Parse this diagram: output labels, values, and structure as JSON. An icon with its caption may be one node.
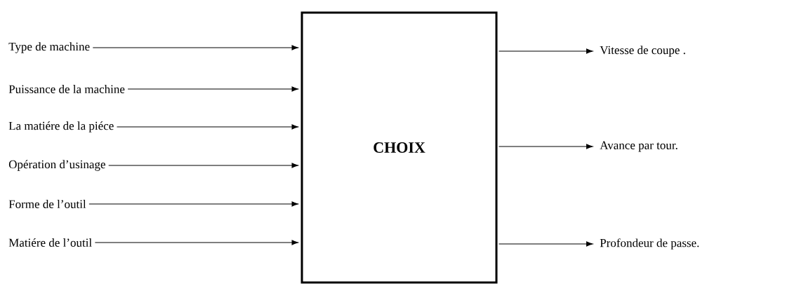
{
  "diagram": {
    "nodes": [
      {
        "text": [
          "Type de machine"
        ]
      },
      {
        "text": [
          "Puissance de la machine"
        ]
      },
      {
        "text": [
          "La matiére de la piéce"
        ]
      },
      {
        "text": [
          "Opération d’usinage"
        ]
      },
      {
        "text": [
          "Forme de l’outil"
        ]
      },
      {
        "text": [
          "Matiére de l’outil"
        ]
      },
      {
        "text": [
          "CHOIX"
        ]
      },
      {
        "text": [
          "Vitesse de coupe ."
        ]
      },
      {
        "text": [
          "Avance par tour."
        ]
      },
      {
        "text": [
          "Profondeur de passe."
        ]
      }
    ],
    "edges": [
      {
        "from": 0,
        "to": 6,
        "arrow": "to"
      },
      {
        "from": 1,
        "to": 6,
        "arrow": "to"
      },
      {
        "from": 2,
        "to": 6,
        "arrow": "to"
      },
      {
        "from": 3,
        "to": 6,
        "arrow": "to"
      },
      {
        "from": 4,
        "to": 6,
        "arrow": "to"
      },
      {
        "from": 5,
        "to": 6,
        "arrow": "to"
      },
      {
        "from": 6,
        "to": 7,
        "arrow": "to"
      },
      {
        "from": 6,
        "to": 8,
        "arrow": "to"
      },
      {
        "from": 6,
        "to": 9,
        "arrow": "to"
      }
    ]
  }
}
